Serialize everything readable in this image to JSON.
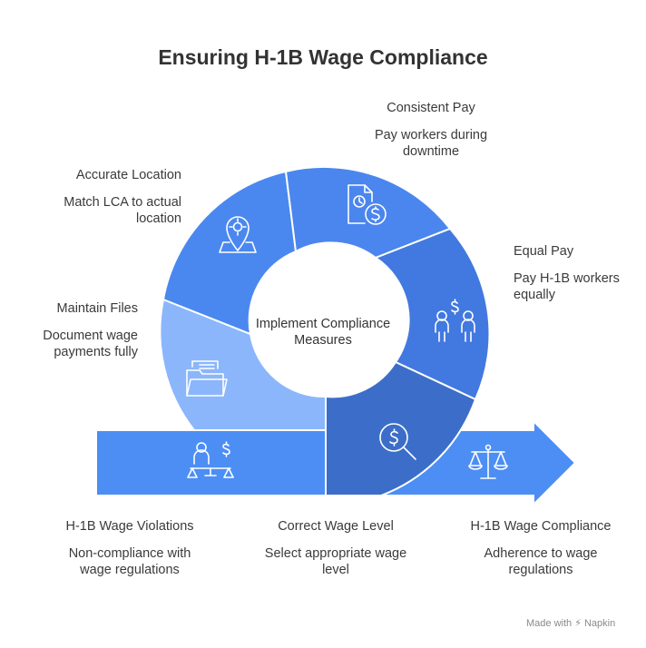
{
  "title": "Ensuring H-1B Wage Compliance",
  "center_label": "Implement Compliance Measures",
  "colors": {
    "arrow": "#4d8ef4",
    "seg_location": "#4a88f0",
    "seg_pay": "#4a86ee",
    "seg_equal": "#4279e0",
    "seg_correct": "#3c6ec9",
    "seg_files": "#8bb6fb",
    "icon_stroke": "#ffffff"
  },
  "steps": {
    "consistent_pay": {
      "heading": "Consistent Pay",
      "description": "Pay workers during downtime",
      "icon": "clock-dollar-icon"
    },
    "accurate_location": {
      "heading": "Accurate Location",
      "description": "Match LCA to actual location",
      "icon": "map-pin-icon"
    },
    "equal_pay": {
      "heading": "Equal Pay",
      "description": "Pay H-1B workers equally",
      "icon": "two-people-dollar-icon"
    },
    "maintain_files": {
      "heading": "Maintain Files",
      "description": "Document wage payments fully",
      "icon": "folder-icon"
    },
    "violations": {
      "heading": "H-1B Wage Violations",
      "description": "Non-compliance with wage regulations",
      "icon": "person-scale-dollar-icon"
    },
    "correct_level": {
      "heading": "Correct Wage Level",
      "description": "Select appropriate wage level",
      "icon": "magnifier-dollar-icon"
    },
    "compliance": {
      "heading": "H-1B Wage Compliance",
      "description": "Adherence to wage regulations",
      "icon": "balance-scale-icon"
    }
  },
  "footer": "Made with ⚡ Napkin"
}
